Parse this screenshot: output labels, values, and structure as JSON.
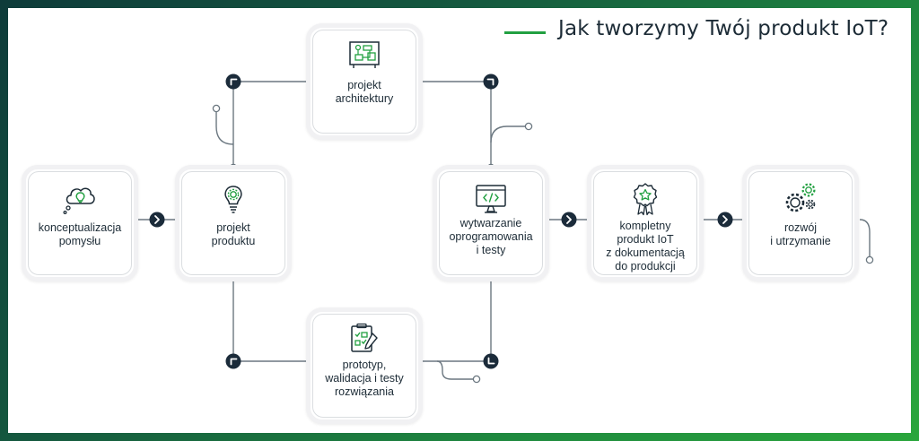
{
  "title": "Jak tworzymy Twój produkt IoT?",
  "colors": {
    "accent": "#22a041",
    "ink": "#1c2b36",
    "line": "#6b7780",
    "badge": "#1b2b3a"
  },
  "steps": [
    {
      "id": "concept",
      "label": "konceptualizacja\npomysłu",
      "icon": "thought-bubble-lightbulb-icon"
    },
    {
      "id": "product-design",
      "label": "projekt\nproduktu",
      "icon": "lightbulb-gear-icon"
    },
    {
      "id": "architecture",
      "label": "projekt\narchitektury",
      "icon": "circuit-board-icon"
    },
    {
      "id": "prototype",
      "label": "prototyp,\nwalidacja i testy\nrozwiązania",
      "icon": "checklist-pencil-icon"
    },
    {
      "id": "software",
      "label": "wytwarzanie\noprogramowania\ni testy",
      "icon": "monitor-code-icon"
    },
    {
      "id": "complete",
      "label": "kompletny\nprodukt IoT\nz dokumentacją\ndo produkcji",
      "icon": "award-medal-icon"
    },
    {
      "id": "maintenance",
      "label": "rozwój\ni utrzymanie",
      "icon": "gears-icon"
    }
  ]
}
